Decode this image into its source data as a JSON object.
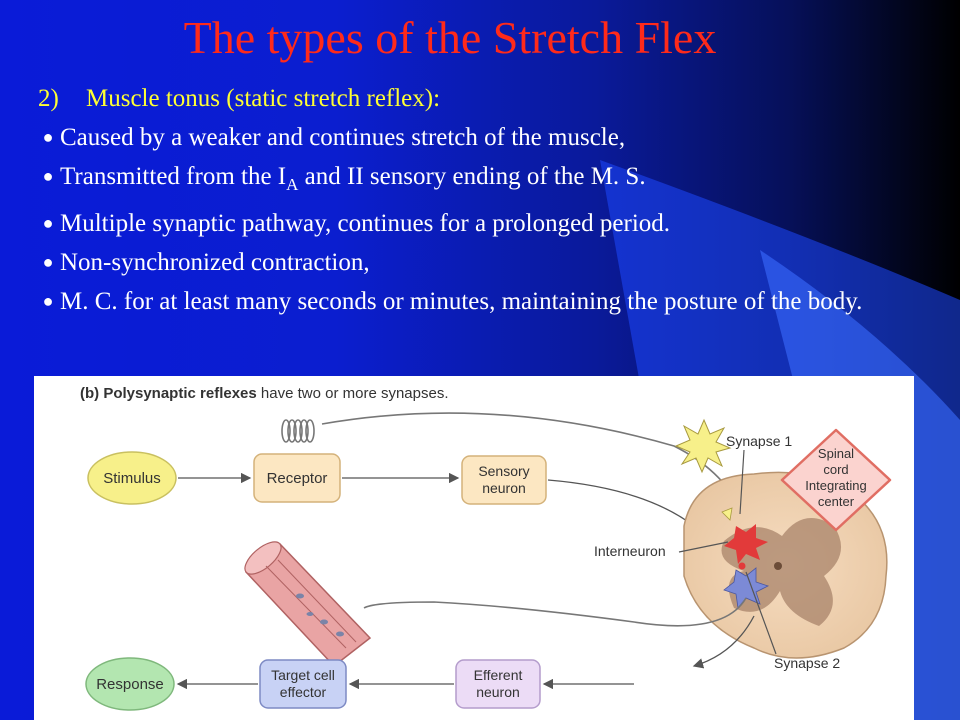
{
  "slide": {
    "title": "The types of the Stretch Flex",
    "subtitle_number": "2)",
    "subtitle_text": "Muscle tonus (static stretch reflex):",
    "bullets": [
      "Caused by a weaker and continues stretch of the muscle,",
      "Transmitted from the I",
      "Multiple synaptic pathway, continues for a prolonged period.",
      "Non-synchronized contraction,",
      "M. C. for at least many seconds or minutes,  maintaining the posture of the body."
    ],
    "bullet2_subscript": "A",
    "bullet2_tail": " and II sensory ending of the M. S.",
    "colors": {
      "title": "#ff2a1a",
      "subtitle": "#ffff33",
      "text": "#ffffff",
      "background": "#0a1bd8"
    }
  },
  "diagram": {
    "heading_bold": "(b) Polysynaptic reflexes",
    "heading_rest": " have two or more synapses.",
    "stimulus": "Stimulus",
    "receptor": "Receptor",
    "sensory_neuron": [
      "Sensory",
      "neuron"
    ],
    "synapse1": "Synapse 1",
    "synapse2": "Synapse 2",
    "interneuron": "Interneuron",
    "integrating_center": [
      "Spinal",
      "cord",
      "Integrating",
      "center"
    ],
    "response": "Response",
    "target_cell": [
      "Target cell",
      "effector"
    ],
    "efferent_neuron": [
      "Efferent",
      "neuron"
    ]
  }
}
